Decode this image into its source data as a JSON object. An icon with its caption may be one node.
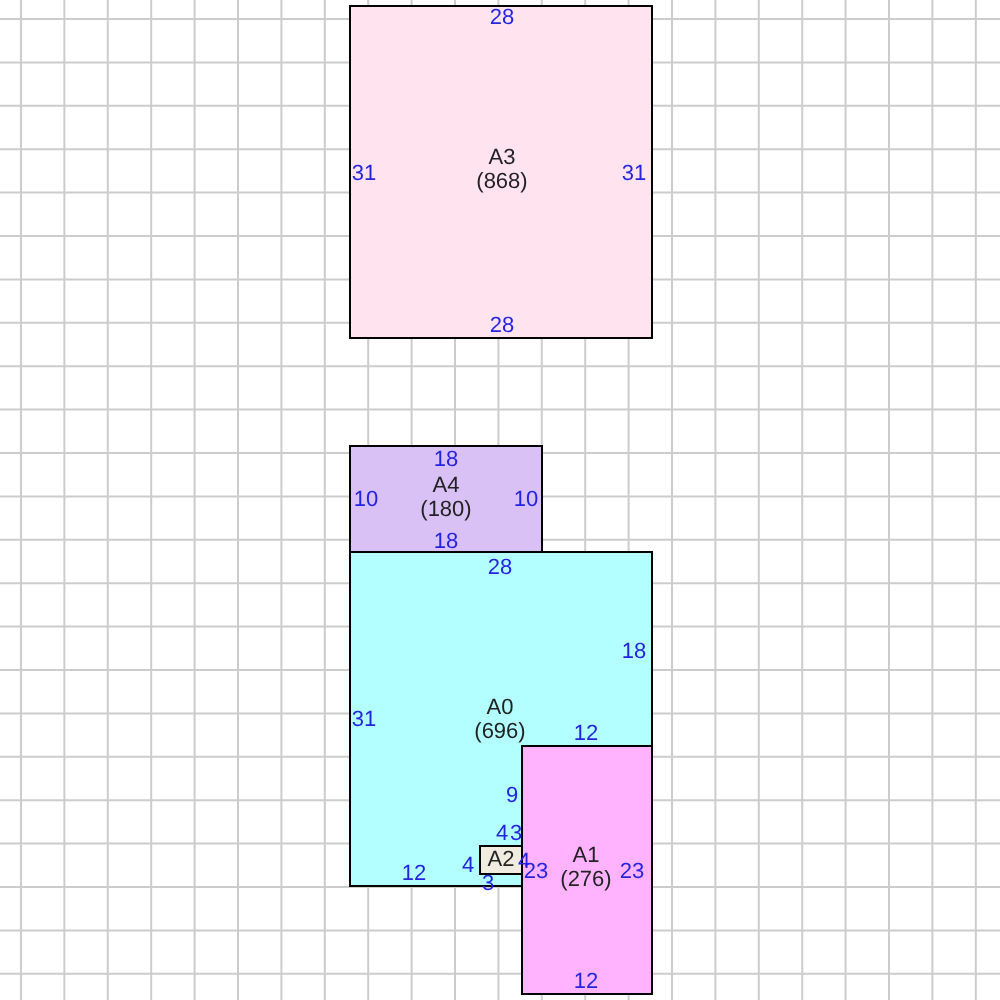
{
  "diagram": {
    "nodes": [
      {
        "text": [
          "A3",
          "(868)"
        ]
      },
      {
        "text": [
          "A4",
          "(180)"
        ]
      },
      {
        "text": [
          "A0",
          "(696)"
        ]
      },
      {
        "text": [
          "A1",
          "(276)"
        ]
      },
      {
        "text": [
          "A2"
        ],
        "in": 2
      }
    ],
    "labels": [
      "28",
      "31",
      "31",
      "28",
      "18",
      "10",
      "10",
      "18",
      "28",
      "18",
      "31",
      "12",
      "9",
      "4",
      "3",
      "4",
      "4",
      "12",
      "23",
      "23",
      "3",
      "12"
    ]
  }
}
